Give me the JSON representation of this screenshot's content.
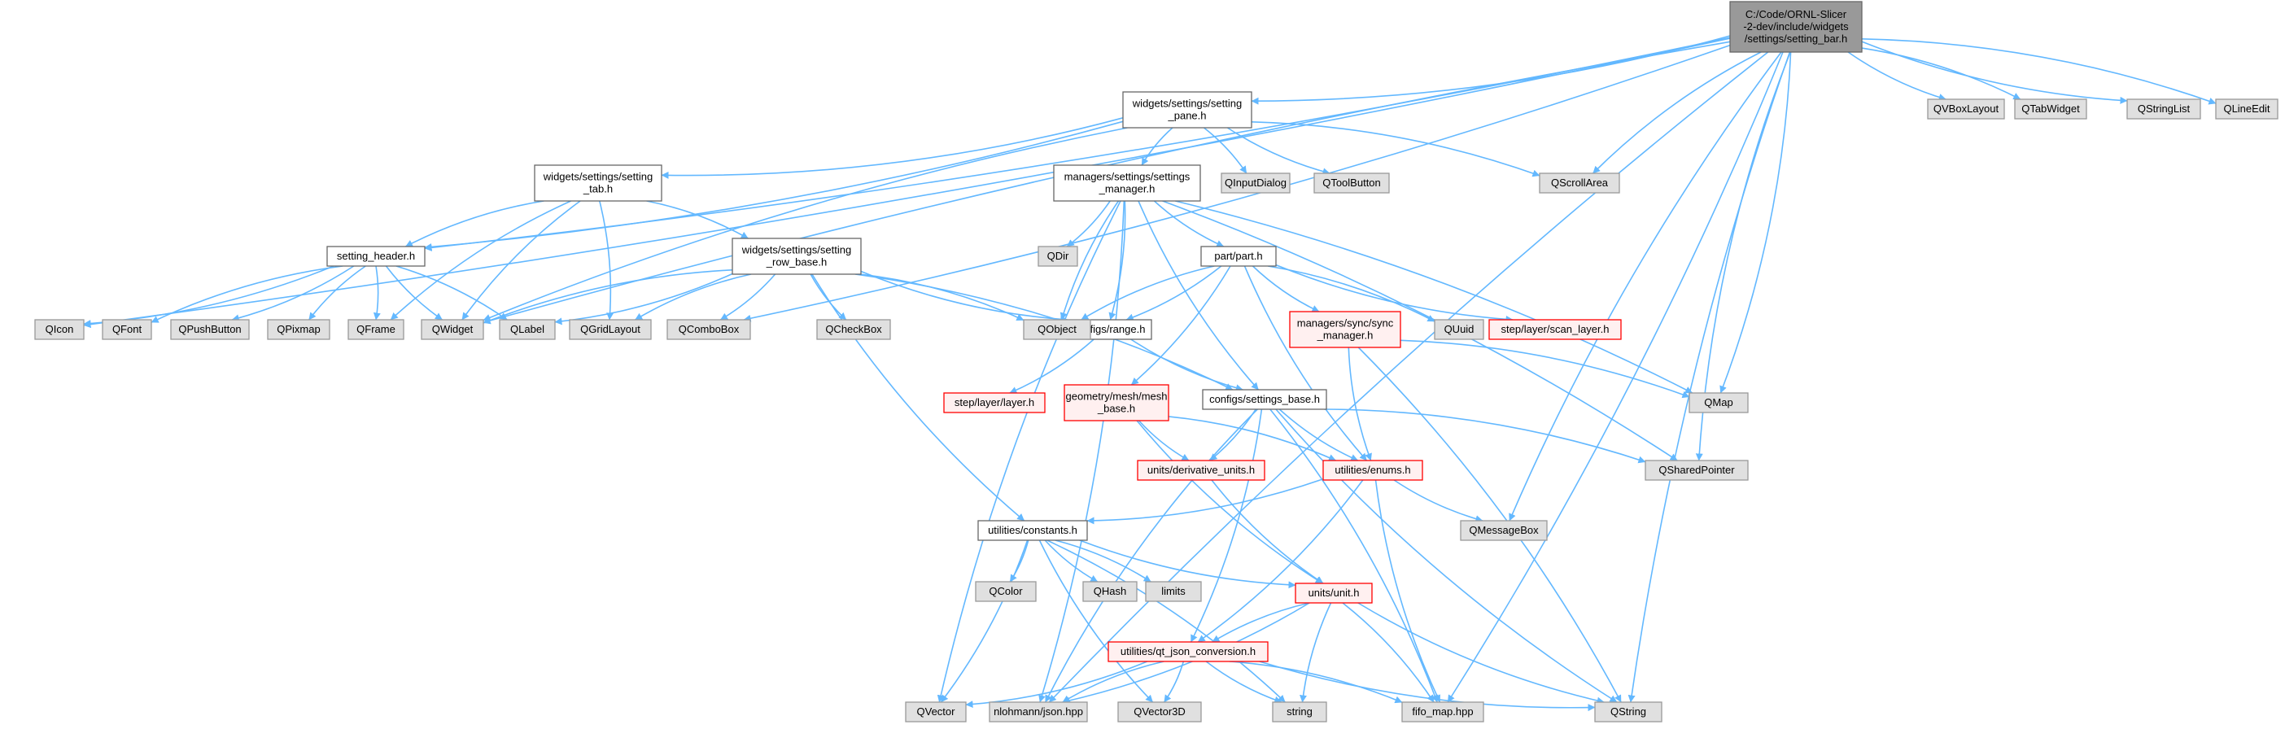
{
  "diagram": {
    "type": "include-dependency-graph",
    "root": "setting_bar",
    "nodes": [
      {
        "id": "setting_bar",
        "kind": "main",
        "lines": [
          "C:/Code/ORNL-Slicer",
          "-2-dev/include/widgets",
          "/settings/setting_bar.h"
        ]
      },
      {
        "id": "setting_pane",
        "kind": "local",
        "lines": [
          "widgets/settings/setting",
          "_pane.h"
        ]
      },
      {
        "id": "settings_manager",
        "kind": "local",
        "lines": [
          "managers/settings/settings",
          "_manager.h"
        ]
      },
      {
        "id": "setting_tab",
        "kind": "local",
        "lines": [
          "widgets/settings/setting",
          "_tab.h"
        ]
      },
      {
        "id": "setting_header",
        "kind": "local",
        "lines": [
          "setting_header.h"
        ]
      },
      {
        "id": "setting_row_base",
        "kind": "local",
        "lines": [
          "widgets/settings/setting",
          "_row_base.h"
        ]
      },
      {
        "id": "part",
        "kind": "local",
        "lines": [
          "part/part.h"
        ]
      },
      {
        "id": "range",
        "kind": "local",
        "lines": [
          "configs/range.h"
        ]
      },
      {
        "id": "settings_base",
        "kind": "local",
        "lines": [
          "configs/settings_base.h"
        ]
      },
      {
        "id": "constants",
        "kind": "local",
        "lines": [
          "utilities/constants.h"
        ]
      },
      {
        "id": "sync_manager",
        "kind": "trunc",
        "lines": [
          "managers/sync/sync",
          "_manager.h"
        ]
      },
      {
        "id": "scan_layer",
        "kind": "trunc",
        "lines": [
          "step/layer/scan_layer.h"
        ]
      },
      {
        "id": "layer",
        "kind": "trunc",
        "lines": [
          "step/layer/layer.h"
        ]
      },
      {
        "id": "mesh_base",
        "kind": "trunc",
        "lines": [
          "geometry/mesh/mesh",
          "_base.h"
        ]
      },
      {
        "id": "derivative_units",
        "kind": "trunc",
        "lines": [
          "units/derivative_units.h"
        ]
      },
      {
        "id": "enums",
        "kind": "trunc",
        "lines": [
          "utilities/enums.h"
        ]
      },
      {
        "id": "unit",
        "kind": "trunc",
        "lines": [
          "units/unit.h"
        ]
      },
      {
        "id": "qt_json",
        "kind": "trunc",
        "lines": [
          "utilities/qt_json_conversion.h"
        ]
      },
      {
        "id": "QVBoxLayout",
        "kind": "sys",
        "lines": [
          "QVBoxLayout"
        ]
      },
      {
        "id": "QTabWidget",
        "kind": "sys",
        "lines": [
          "QTabWidget"
        ]
      },
      {
        "id": "QStringList",
        "kind": "sys",
        "lines": [
          "QStringList"
        ]
      },
      {
        "id": "QLineEdit",
        "kind": "sys",
        "lines": [
          "QLineEdit"
        ]
      },
      {
        "id": "QInputDialog",
        "kind": "sys",
        "lines": [
          "QInputDialog"
        ]
      },
      {
        "id": "QToolButton",
        "kind": "sys",
        "lines": [
          "QToolButton"
        ]
      },
      {
        "id": "QScrollArea",
        "kind": "sys",
        "lines": [
          "QScrollArea"
        ]
      },
      {
        "id": "QDir",
        "kind": "sys",
        "lines": [
          "QDir"
        ]
      },
      {
        "id": "QIcon",
        "kind": "sys",
        "lines": [
          "QIcon"
        ]
      },
      {
        "id": "QFont",
        "kind": "sys",
        "lines": [
          "QFont"
        ]
      },
      {
        "id": "QPushButton",
        "kind": "sys",
        "lines": [
          "QPushButton"
        ]
      },
      {
        "id": "QPixmap",
        "kind": "sys",
        "lines": [
          "QPixmap"
        ]
      },
      {
        "id": "QFrame",
        "kind": "sys",
        "lines": [
          "QFrame"
        ]
      },
      {
        "id": "QWidget",
        "kind": "sys",
        "lines": [
          "QWidget"
        ]
      },
      {
        "id": "QLabel",
        "kind": "sys",
        "lines": [
          "QLabel"
        ]
      },
      {
        "id": "QGridLayout",
        "kind": "sys",
        "lines": [
          "QGridLayout"
        ]
      },
      {
        "id": "QComboBox",
        "kind": "sys",
        "lines": [
          "QComboBox"
        ]
      },
      {
        "id": "QCheckBox",
        "kind": "sys",
        "lines": [
          "QCheckBox"
        ]
      },
      {
        "id": "QObject",
        "kind": "sys",
        "lines": [
          "QObject"
        ]
      },
      {
        "id": "QUuid",
        "kind": "sys",
        "lines": [
          "QUuid"
        ]
      },
      {
        "id": "QMap",
        "kind": "sys",
        "lines": [
          "QMap"
        ]
      },
      {
        "id": "QSharedPointer",
        "kind": "sys",
        "lines": [
          "QSharedPointer"
        ]
      },
      {
        "id": "QMessageBox",
        "kind": "sys",
        "lines": [
          "QMessageBox"
        ]
      },
      {
        "id": "QColor",
        "kind": "sys",
        "lines": [
          "QColor"
        ]
      },
      {
        "id": "QHash",
        "kind": "sys",
        "lines": [
          "QHash"
        ]
      },
      {
        "id": "limits",
        "kind": "sys",
        "lines": [
          "limits"
        ]
      },
      {
        "id": "QVector",
        "kind": "sys",
        "lines": [
          "QVector"
        ]
      },
      {
        "id": "json",
        "kind": "sys",
        "lines": [
          "nlohmann/json.hpp"
        ]
      },
      {
        "id": "QVector3D",
        "kind": "sys",
        "lines": [
          "QVector3D"
        ]
      },
      {
        "id": "string",
        "kind": "sys",
        "lines": [
          "string"
        ]
      },
      {
        "id": "fifo_map",
        "kind": "sys",
        "lines": [
          "fifo_map.hpp"
        ]
      },
      {
        "id": "QString",
        "kind": "sys",
        "lines": [
          "QString"
        ]
      }
    ],
    "edges": [
      [
        "setting_bar",
        "setting_pane"
      ],
      [
        "setting_bar",
        "QVBoxLayout"
      ],
      [
        "setting_bar",
        "QTabWidget"
      ],
      [
        "setting_bar",
        "QStringList"
      ],
      [
        "setting_bar",
        "QLineEdit"
      ],
      [
        "setting_bar",
        "QScrollArea"
      ],
      [
        "setting_bar",
        "QMap"
      ],
      [
        "setting_bar",
        "QMessageBox"
      ],
      [
        "setting_bar",
        "fifo_map"
      ],
      [
        "setting_bar",
        "QString"
      ],
      [
        "setting_bar",
        "QIcon"
      ],
      [
        "setting_bar",
        "QWidget"
      ],
      [
        "setting_bar",
        "setting_header"
      ],
      [
        "setting_bar",
        "json"
      ],
      [
        "setting_bar",
        "QComboBox"
      ],
      [
        "setting_bar",
        "QSharedPointer"
      ],
      [
        "setting_pane",
        "setting_tab"
      ],
      [
        "setting_pane",
        "settings_manager"
      ],
      [
        "setting_pane",
        "QInputDialog"
      ],
      [
        "setting_pane",
        "QToolButton"
      ],
      [
        "setting_pane",
        "QScrollArea"
      ],
      [
        "setting_pane",
        "QWidget"
      ],
      [
        "setting_pane",
        "setting_header"
      ],
      [
        "setting_tab",
        "setting_header"
      ],
      [
        "setting_tab",
        "setting_row_base"
      ],
      [
        "setting_tab",
        "QWidget"
      ],
      [
        "setting_tab",
        "QGridLayout"
      ],
      [
        "setting_tab",
        "QFrame"
      ],
      [
        "setting_header",
        "QIcon"
      ],
      [
        "setting_header",
        "QFont"
      ],
      [
        "setting_header",
        "QPushButton"
      ],
      [
        "setting_header",
        "QPixmap"
      ],
      [
        "setting_header",
        "QFrame"
      ],
      [
        "setting_header",
        "QWidget"
      ],
      [
        "setting_header",
        "QLabel"
      ],
      [
        "setting_row_base",
        "QWidget"
      ],
      [
        "setting_row_base",
        "QLabel"
      ],
      [
        "setting_row_base",
        "QGridLayout"
      ],
      [
        "setting_row_base",
        "QComboBox"
      ],
      [
        "setting_row_base",
        "QCheckBox"
      ],
      [
        "setting_row_base",
        "QObject"
      ],
      [
        "setting_row_base",
        "range"
      ],
      [
        "setting_row_base",
        "settings_base"
      ],
      [
        "setting_row_base",
        "constants"
      ],
      [
        "settings_manager",
        "QDir"
      ],
      [
        "settings_manager",
        "QObject"
      ],
      [
        "settings_manager",
        "range"
      ],
      [
        "settings_manager",
        "part"
      ],
      [
        "settings_manager",
        "QMap"
      ],
      [
        "settings_manager",
        "settings_base"
      ],
      [
        "settings_manager",
        "QSharedPointer"
      ],
      [
        "settings_manager",
        "QVector"
      ],
      [
        "settings_manager",
        "json"
      ],
      [
        "part",
        "QObject"
      ],
      [
        "part",
        "range"
      ],
      [
        "part",
        "sync_manager"
      ],
      [
        "part",
        "QUuid"
      ],
      [
        "part",
        "scan_layer"
      ],
      [
        "part",
        "mesh_base"
      ],
      [
        "part",
        "enums"
      ],
      [
        "range",
        "layer"
      ],
      [
        "range",
        "settings_base"
      ],
      [
        "sync_manager",
        "QMap"
      ],
      [
        "sync_manager",
        "enums"
      ],
      [
        "sync_manager",
        "QString"
      ],
      [
        "mesh_base",
        "derivative_units"
      ],
      [
        "mesh_base",
        "enums"
      ],
      [
        "mesh_base",
        "unit"
      ],
      [
        "settings_base",
        "derivative_units"
      ],
      [
        "settings_base",
        "enums"
      ],
      [
        "settings_base",
        "QSharedPointer"
      ],
      [
        "settings_base",
        "QString"
      ],
      [
        "settings_base",
        "fifo_map"
      ],
      [
        "settings_base",
        "json"
      ],
      [
        "settings_base",
        "qt_json"
      ],
      [
        "derivative_units",
        "unit"
      ],
      [
        "enums",
        "constants"
      ],
      [
        "enums",
        "QMessageBox"
      ],
      [
        "enums",
        "qt_json"
      ],
      [
        "enums",
        "fifo_map"
      ],
      [
        "constants",
        "QColor"
      ],
      [
        "constants",
        "QHash"
      ],
      [
        "constants",
        "limits"
      ],
      [
        "constants",
        "unit"
      ],
      [
        "constants",
        "QVector"
      ],
      [
        "constants",
        "QVector3D"
      ],
      [
        "constants",
        "string"
      ],
      [
        "unit",
        "qt_json"
      ],
      [
        "unit",
        "json"
      ],
      [
        "unit",
        "string"
      ],
      [
        "unit",
        "fifo_map"
      ],
      [
        "unit",
        "QString"
      ],
      [
        "qt_json",
        "QVector"
      ],
      [
        "qt_json",
        "json"
      ],
      [
        "qt_json",
        "QVector3D"
      ],
      [
        "qt_json",
        "string"
      ],
      [
        "qt_json",
        "fifo_map"
      ],
      [
        "qt_json",
        "QString"
      ]
    ],
    "colors": {
      "edge": "#63b8ff",
      "sys_fill": "#e0e0e0",
      "sys_border": "#999999",
      "local_fill": "#ffffff",
      "local_border": "#666666",
      "trunc_fill": "#fff0f0",
      "trunc_border": "#ff0000",
      "main_fill": "#999999",
      "main_border": "#666666"
    }
  }
}
